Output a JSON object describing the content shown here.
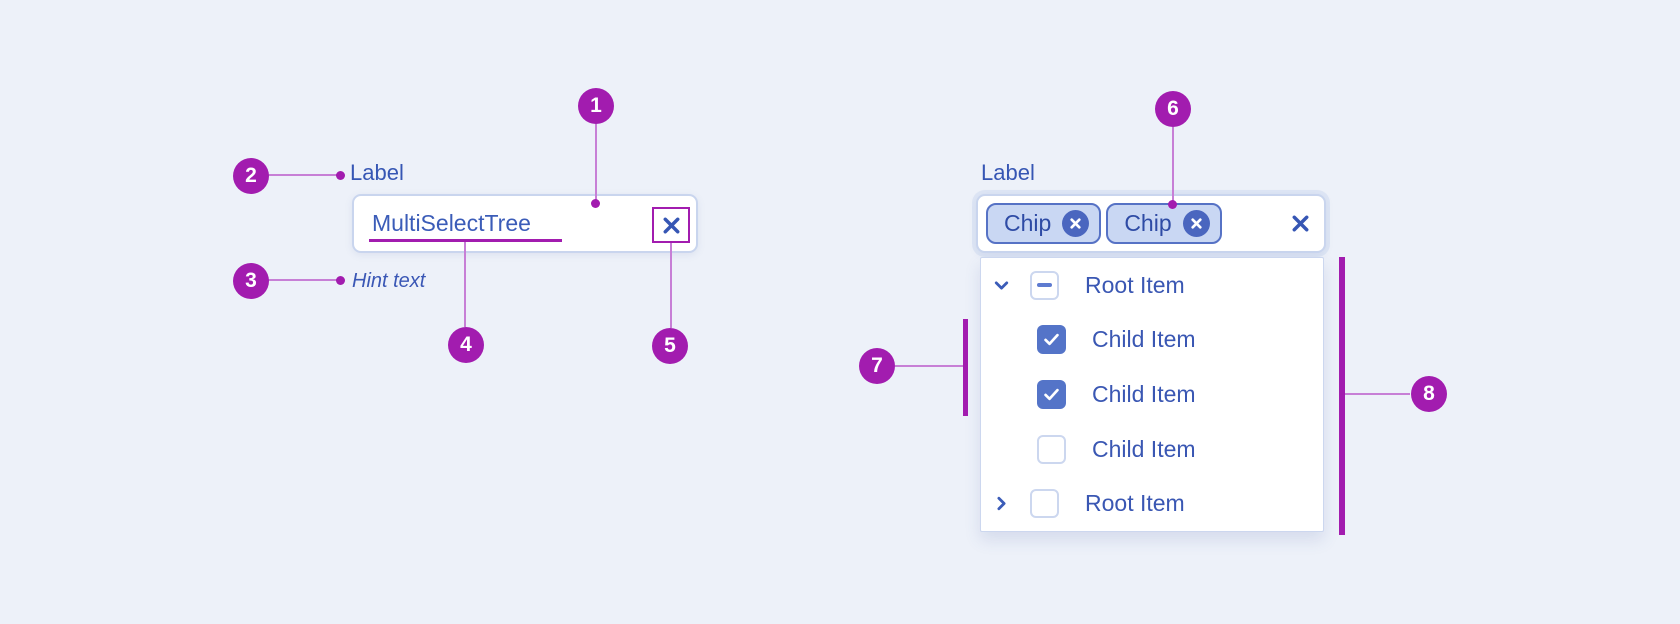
{
  "left_field": {
    "label": "Label",
    "value": "MultiSelectTree",
    "hint": "Hint text"
  },
  "right_field": {
    "label": "Label",
    "chips": [
      {
        "label": "Chip"
      },
      {
        "label": "Chip"
      }
    ],
    "tree": [
      {
        "label": "Root Item",
        "level": "root",
        "expander": "expanded",
        "checkbox": "indeterminate"
      },
      {
        "label": "Child Item",
        "level": "child",
        "expander": "none",
        "checkbox": "checked"
      },
      {
        "label": "Child Item",
        "level": "child",
        "expander": "none",
        "checkbox": "checked"
      },
      {
        "label": "Child Item",
        "level": "child",
        "expander": "none",
        "checkbox": "unchecked"
      },
      {
        "label": "Root Item",
        "level": "root",
        "expander": "collapsed",
        "checkbox": "unchecked"
      }
    ]
  },
  "annotations": {
    "markers": [
      "1",
      "2",
      "3",
      "4",
      "5",
      "6",
      "7",
      "8"
    ],
    "accent_color": "#a21caf",
    "connector_color": "#c77fd6"
  }
}
